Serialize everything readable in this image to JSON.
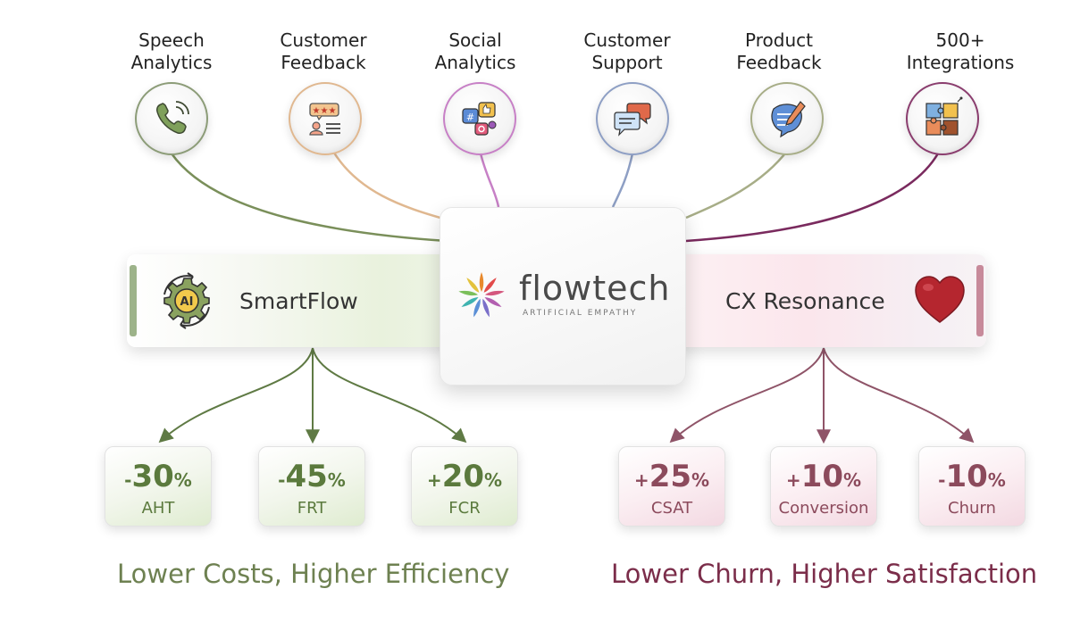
{
  "sources": [
    {
      "id": "speech",
      "line1": "Speech",
      "line2": "Analytics",
      "icon": "phone-icon",
      "color": "#7a8f5a"
    },
    {
      "id": "feedback",
      "line1": "Customer",
      "line2": "Feedback",
      "icon": "review-stars-icon",
      "color": "#e0b08a"
    },
    {
      "id": "social",
      "line1": "Social",
      "line2": "Analytics",
      "icon": "social-media-icon",
      "color": "#c780c6"
    },
    {
      "id": "support",
      "line1": "Customer",
      "line2": "Support",
      "icon": "chat-bubbles-icon",
      "color": "#8e9fc4"
    },
    {
      "id": "product",
      "line1": "Product",
      "line2": "Feedback",
      "icon": "notepad-pen-icon",
      "color": "#a7ad87"
    },
    {
      "id": "integrations",
      "line1": "500+",
      "line2": "Integrations",
      "icon": "puzzle-icon",
      "color": "#8a3d6e"
    }
  ],
  "center": {
    "brand": "flowtech",
    "tagline": "ARTIFICIAL EMPATHY"
  },
  "left_bar": {
    "title": "SmartFlow",
    "icon_text": "AI",
    "accent": "#9db38a"
  },
  "right_bar": {
    "title": "CX Resonance",
    "accent": "#c78a9a"
  },
  "left_metrics": [
    {
      "sign": "-",
      "num": "30",
      "pct": "%",
      "label": "AHT"
    },
    {
      "sign": "-",
      "num": "45",
      "pct": "%",
      "label": "FRT"
    },
    {
      "sign": "+",
      "num": "20",
      "pct": "%",
      "label": "FCR"
    }
  ],
  "right_metrics": [
    {
      "sign": "+",
      "num": "25",
      "pct": "%",
      "label": "CSAT"
    },
    {
      "sign": "+",
      "num": "10",
      "pct": "%",
      "label": "Conversion"
    },
    {
      "sign": "-",
      "num": "10",
      "pct": "%",
      "label": "Churn"
    }
  ],
  "left_tagline": "Lower Costs, Higher Efficiency",
  "right_tagline": "Lower Churn, Higher Satisfaction",
  "colors": {
    "green": "#5b7a3d",
    "plum": "#7b2d4a"
  }
}
